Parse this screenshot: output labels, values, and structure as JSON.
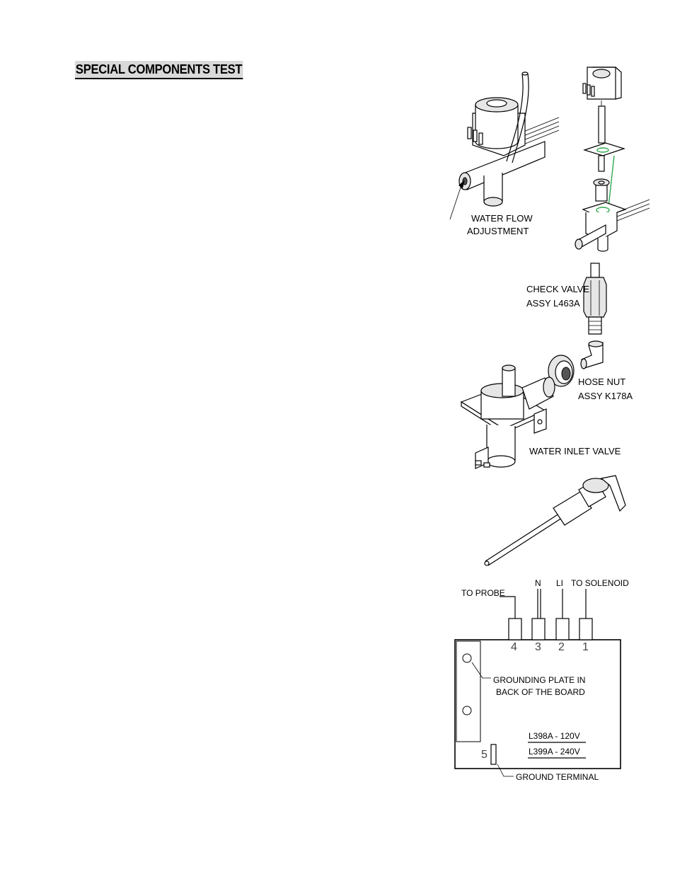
{
  "heading": "SPECIAL COMPONENTS TEST",
  "figure_labels": {
    "water_flow_line1": "WATER FLOW",
    "water_flow_line2": "ADJUSTMENT",
    "check_valve_line1": "CHECK VALVE",
    "check_valve_line2": "ASSY L463A",
    "hose_nut_line1": "HOSE NUT",
    "hose_nut_line2": "ASSY K178A",
    "water_inlet_valve": "WATER INLET VALVE"
  },
  "board": {
    "to_probe": "TO PROBE",
    "n": "N",
    "li": "LI",
    "to_solenoid": "TO SOLENOID",
    "pins": [
      "4",
      "3",
      "2",
      "1"
    ],
    "ground_pin": "5",
    "grounding_plate_line1": "GROUNDING PLATE IN",
    "grounding_plate_line2": "BACK OF THE BOARD",
    "model_120": "L398A - 120V",
    "model_240": "L399A - 240V",
    "ground_terminal": "GROUND TERMINAL"
  }
}
